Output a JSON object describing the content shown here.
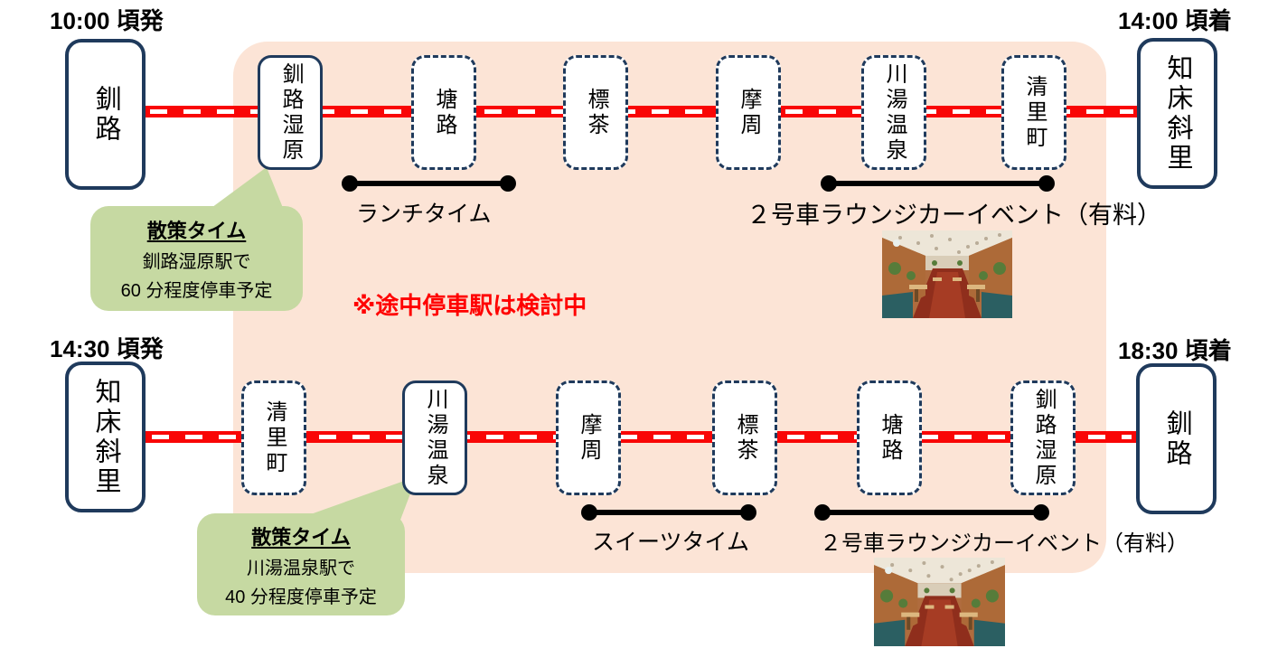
{
  "colors": {
    "track_red": "#f90606",
    "panel_peach": "#fce4d6",
    "callout_green": "#c6d9a2",
    "station_border_navy": "#1f3a5c",
    "note_red": "#ff0000"
  },
  "note": "※途中停車駅は検討中",
  "outbound": {
    "depart_time": "10:00 頃発",
    "arrive_time": "14:00 頃着",
    "origin": "釧路",
    "destination": "知床斜里",
    "stops": [
      "釧路湿原",
      "塘路",
      "標茶",
      "摩周",
      "川湯温泉",
      "清里町"
    ],
    "lunch_bracket_label": "ランチタイム",
    "event_bracket_label": "２号車ラウンジカーイベント（有料）",
    "callout": {
      "title": "散策タイム",
      "station_line": "釧路湿原駅で",
      "duration_line": "60 分程度停車予定"
    }
  },
  "inbound": {
    "depart_time": "14:30 頃発",
    "arrive_time": "18:30 頃着",
    "origin": "知床斜里",
    "destination": "釧路",
    "stops": [
      "清里町",
      "川湯温泉",
      "摩周",
      "標茶",
      "塘路",
      "釧路湿原"
    ],
    "sweets_bracket_label": "スイーツタイム",
    "event_bracket_label": "２号車ラウンジカーイベント（有料）",
    "callout": {
      "title": "散策タイム",
      "station_line": "川湯温泉駅で",
      "duration_line": "40 分程度停車予定"
    }
  }
}
